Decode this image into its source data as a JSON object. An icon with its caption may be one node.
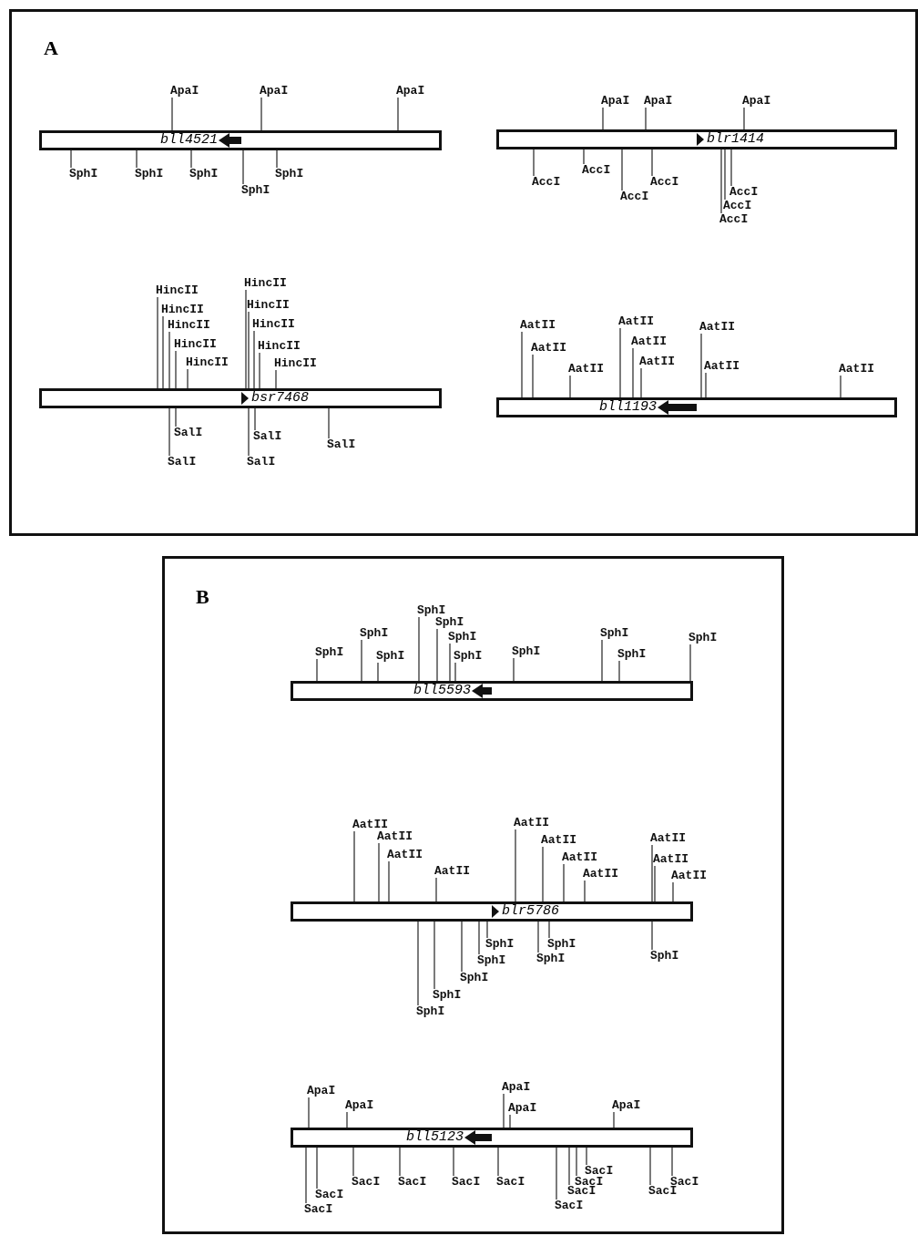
{
  "diagram": {
    "nodes": [
      {
        "text": [
          "A"
        ]
      },
      {
        "text": [
          "bll4521"
        ],
        "in": 0
      },
      {
        "text": [
          "ApaI"
        ],
        "in": 0
      },
      {
        "text": [
          "ApaI"
        ],
        "in": 0
      },
      {
        "text": [
          "ApaI"
        ],
        "in": 0
      },
      {
        "text": [
          "SphI"
        ],
        "in": 0
      },
      {
        "text": [
          "SphI"
        ],
        "in": 0
      },
      {
        "text": [
          "SphI"
        ],
        "in": 0
      },
      {
        "text": [
          "SphI"
        ],
        "in": 0
      },
      {
        "text": [
          "SphI"
        ],
        "in": 0
      },
      {
        "text": [
          "blr1414"
        ],
        "in": 0
      },
      {
        "text": [
          "ApaI"
        ],
        "in": 0
      },
      {
        "text": [
          "ApaI"
        ],
        "in": 0
      },
      {
        "text": [
          "ApaI"
        ],
        "in": 0
      },
      {
        "text": [
          "AccI"
        ],
        "in": 0
      },
      {
        "text": [
          "AccI"
        ],
        "in": 0
      },
      {
        "text": [
          "AccI"
        ],
        "in": 0
      },
      {
        "text": [
          "AccI"
        ],
        "in": 0
      },
      {
        "text": [
          "AccI"
        ],
        "in": 0
      },
      {
        "text": [
          "AccI"
        ],
        "in": 0
      },
      {
        "text": [
          "AccI"
        ],
        "in": 0
      },
      {
        "text": [
          "bsr7468"
        ],
        "in": 0
      },
      {
        "text": [
          "HincII"
        ],
        "in": 0
      },
      {
        "text": [
          "HincII"
        ],
        "in": 0
      },
      {
        "text": [
          "HincII"
        ],
        "in": 0
      },
      {
        "text": [
          "HincII"
        ],
        "in": 0
      },
      {
        "text": [
          "HincII"
        ],
        "in": 0
      },
      {
        "text": [
          "HincII"
        ],
        "in": 0
      },
      {
        "text": [
          "HincII"
        ],
        "in": 0
      },
      {
        "text": [
          "HincII"
        ],
        "in": 0
      },
      {
        "text": [
          "HincII"
        ],
        "in": 0
      },
      {
        "text": [
          "HincII"
        ],
        "in": 0
      },
      {
        "text": [
          "SalI"
        ],
        "in": 0
      },
      {
        "text": [
          "SalI"
        ],
        "in": 0
      },
      {
        "text": [
          "SalI"
        ],
        "in": 0
      },
      {
        "text": [
          "SalI"
        ],
        "in": 0
      },
      {
        "text": [
          "SalI"
        ],
        "in": 0
      },
      {
        "text": [
          "bll1193"
        ],
        "in": 0
      },
      {
        "text": [
          "AatII"
        ],
        "in": 0
      },
      {
        "text": [
          "AatII"
        ],
        "in": 0
      },
      {
        "text": [
          "AatII"
        ],
        "in": 0
      },
      {
        "text": [
          "AatII"
        ],
        "in": 0
      },
      {
        "text": [
          "AatII"
        ],
        "in": 0
      },
      {
        "text": [
          "AatII"
        ],
        "in": 0
      },
      {
        "text": [
          "AatII"
        ],
        "in": 0
      },
      {
        "text": [
          "AatII"
        ],
        "in": 0
      },
      {
        "text": [
          "AatII"
        ],
        "in": 0
      },
      {
        "text": [
          "B"
        ]
      },
      {
        "text": [
          "bll5593"
        ],
        "in": 47
      },
      {
        "text": [
          "SphI"
        ],
        "in": 47
      },
      {
        "text": [
          "SphI"
        ],
        "in": 47
      },
      {
        "text": [
          "SphI"
        ],
        "in": 47
      },
      {
        "text": [
          "SphI"
        ],
        "in": 47
      },
      {
        "text": [
          "SphI"
        ],
        "in": 47
      },
      {
        "text": [
          "SphI"
        ],
        "in": 47
      },
      {
        "text": [
          "SphI"
        ],
        "in": 47
      },
      {
        "text": [
          "SphI"
        ],
        "in": 47
      },
      {
        "text": [
          "SphI"
        ],
        "in": 47
      },
      {
        "text": [
          "SphI"
        ],
        "in": 47
      },
      {
        "text": [
          "SphI"
        ],
        "in": 47
      },
      {
        "text": [
          "blr5786"
        ],
        "in": 47
      },
      {
        "text": [
          "AatII"
        ],
        "in": 47
      },
      {
        "text": [
          "AatII"
        ],
        "in": 47
      },
      {
        "text": [
          "AatII"
        ],
        "in": 47
      },
      {
        "text": [
          "AatII"
        ],
        "in": 47
      },
      {
        "text": [
          "AatII"
        ],
        "in": 47
      },
      {
        "text": [
          "AatII"
        ],
        "in": 47
      },
      {
        "text": [
          "AatII"
        ],
        "in": 47
      },
      {
        "text": [
          "AatII"
        ],
        "in": 47
      },
      {
        "text": [
          "AatII"
        ],
        "in": 47
      },
      {
        "text": [
          "AatII"
        ],
        "in": 47
      },
      {
        "text": [
          "AatII"
        ],
        "in": 47
      },
      {
        "text": [
          "SphI"
        ],
        "in": 47
      },
      {
        "text": [
          "SphI"
        ],
        "in": 47
      },
      {
        "text": [
          "SphI"
        ],
        "in": 47
      },
      {
        "text": [
          "SphI"
        ],
        "in": 47
      },
      {
        "text": [
          "SphI"
        ],
        "in": 47
      },
      {
        "text": [
          "SphI"
        ],
        "in": 47
      },
      {
        "text": [
          "SphI"
        ],
        "in": 47
      },
      {
        "text": [
          "SphI"
        ],
        "in": 47
      },
      {
        "text": [
          "bll5123"
        ],
        "in": 47
      },
      {
        "text": [
          "ApaI"
        ],
        "in": 47
      },
      {
        "text": [
          "ApaI"
        ],
        "in": 47
      },
      {
        "text": [
          "ApaI"
        ],
        "in": 47
      },
      {
        "text": [
          "ApaI"
        ],
        "in": 47
      },
      {
        "text": [
          "ApaI"
        ],
        "in": 47
      },
      {
        "text": [
          "SacI"
        ],
        "in": 47
      },
      {
        "text": [
          "SacI"
        ],
        "in": 47
      },
      {
        "text": [
          "SacI"
        ],
        "in": 47
      },
      {
        "text": [
          "SacI"
        ],
        "in": 47
      },
      {
        "text": [
          "SacI"
        ],
        "in": 47
      },
      {
        "text": [
          "SacI"
        ],
        "in": 47
      },
      {
        "text": [
          "SacI"
        ],
        "in": 47
      },
      {
        "text": [
          "SacI"
        ],
        "in": 47
      },
      {
        "text": [
          "SacI"
        ],
        "in": 47
      },
      {
        "text": [
          "SacI"
        ],
        "in": 47
      },
      {
        "text": [
          "SacI"
        ],
        "in": 47
      },
      {
        "text": [
          "SacI"
        ],
        "in": 47
      }
    ],
    "edges": [
      {
        "from": 2,
        "to": 1,
        "arrow": "none"
      },
      {
        "from": 3,
        "to": 1,
        "arrow": "none"
      },
      {
        "from": 4,
        "to": 1,
        "arrow": "none"
      },
      {
        "from": 5,
        "to": 1,
        "arrow": "none"
      },
      {
        "from": 6,
        "to": 1,
        "arrow": "none"
      },
      {
        "from": 7,
        "to": 1,
        "arrow": "none"
      },
      {
        "from": 8,
        "to": 1,
        "arrow": "none"
      },
      {
        "from": 9,
        "to": 1,
        "arrow": "none"
      },
      {
        "from": 11,
        "to": 10,
        "arrow": "none"
      },
      {
        "from": 12,
        "to": 10,
        "arrow": "none"
      },
      {
        "from": 13,
        "to": 10,
        "arrow": "none"
      },
      {
        "from": 14,
        "to": 10,
        "arrow": "none"
      },
      {
        "from": 15,
        "to": 10,
        "arrow": "none"
      },
      {
        "from": 16,
        "to": 10,
        "arrow": "none"
      },
      {
        "from": 17,
        "to": 10,
        "arrow": "none"
      },
      {
        "from": 18,
        "to": 10,
        "arrow": "none"
      },
      {
        "from": 19,
        "to": 10,
        "arrow": "none"
      },
      {
        "from": 20,
        "to": 10,
        "arrow": "none"
      },
      {
        "from": 22,
        "to": 21,
        "arrow": "none"
      },
      {
        "from": 23,
        "to": 21,
        "arrow": "none"
      },
      {
        "from": 24,
        "to": 21,
        "arrow": "none"
      },
      {
        "from": 25,
        "to": 21,
        "arrow": "none"
      },
      {
        "from": 26,
        "to": 21,
        "arrow": "none"
      },
      {
        "from": 27,
        "to": 21,
        "arrow": "none"
      },
      {
        "from": 28,
        "to": 21,
        "arrow": "none"
      },
      {
        "from": 29,
        "to": 21,
        "arrow": "none"
      },
      {
        "from": 30,
        "to": 21,
        "arrow": "none"
      },
      {
        "from": 31,
        "to": 21,
        "arrow": "none"
      },
      {
        "from": 32,
        "to": 21,
        "arrow": "none"
      },
      {
        "from": 33,
        "to": 21,
        "arrow": "none"
      },
      {
        "from": 34,
        "to": 21,
        "arrow": "none"
      },
      {
        "from": 35,
        "to": 21,
        "arrow": "none"
      },
      {
        "from": 36,
        "to": 21,
        "arrow": "none"
      },
      {
        "from": 38,
        "to": 37,
        "arrow": "none"
      },
      {
        "from": 39,
        "to": 37,
        "arrow": "none"
      },
      {
        "from": 40,
        "to": 37,
        "arrow": "none"
      },
      {
        "from": 41,
        "to": 37,
        "arrow": "none"
      },
      {
        "from": 42,
        "to": 37,
        "arrow": "none"
      },
      {
        "from": 43,
        "to": 37,
        "arrow": "none"
      },
      {
        "from": 44,
        "to": 37,
        "arrow": "none"
      },
      {
        "from": 45,
        "to": 37,
        "arrow": "none"
      },
      {
        "from": 46,
        "to": 37,
        "arrow": "none"
      },
      {
        "from": 49,
        "to": 48,
        "arrow": "none"
      },
      {
        "from": 50,
        "to": 48,
        "arrow": "none"
      },
      {
        "from": 51,
        "to": 48,
        "arrow": "none"
      },
      {
        "from": 52,
        "to": 48,
        "arrow": "none"
      },
      {
        "from": 53,
        "to": 48,
        "arrow": "none"
      },
      {
        "from": 54,
        "to": 48,
        "arrow": "none"
      },
      {
        "from": 55,
        "to": 48,
        "arrow": "none"
      },
      {
        "from": 56,
        "to": 48,
        "arrow": "none"
      },
      {
        "from": 57,
        "to": 48,
        "arrow": "none"
      },
      {
        "from": 58,
        "to": 48,
        "arrow": "none"
      },
      {
        "from": 59,
        "to": 48,
        "arrow": "none"
      },
      {
        "from": 61,
        "to": 60,
        "arrow": "none"
      },
      {
        "from": 62,
        "to": 60,
        "arrow": "none"
      },
      {
        "from": 63,
        "to": 60,
        "arrow": "none"
      },
      {
        "from": 64,
        "to": 60,
        "arrow": "none"
      },
      {
        "from": 65,
        "to": 60,
        "arrow": "none"
      },
      {
        "from": 66,
        "to": 60,
        "arrow": "none"
      },
      {
        "from": 67,
        "to": 60,
        "arrow": "none"
      },
      {
        "from": 68,
        "to": 60,
        "arrow": "none"
      },
      {
        "from": 69,
        "to": 60,
        "arrow": "none"
      },
      {
        "from": 70,
        "to": 60,
        "arrow": "none"
      },
      {
        "from": 71,
        "to": 60,
        "arrow": "none"
      },
      {
        "from": 72,
        "to": 60,
        "arrow": "none"
      },
      {
        "from": 73,
        "to": 60,
        "arrow": "none"
      },
      {
        "from": 74,
        "to": 60,
        "arrow": "none"
      },
      {
        "from": 75,
        "to": 60,
        "arrow": "none"
      },
      {
        "from": 76,
        "to": 60,
        "arrow": "none"
      },
      {
        "from": 77,
        "to": 60,
        "arrow": "none"
      },
      {
        "from": 78,
        "to": 60,
        "arrow": "none"
      },
      {
        "from": 79,
        "to": 60,
        "arrow": "none"
      },
      {
        "from": 81,
        "to": 80,
        "arrow": "none"
      },
      {
        "from": 82,
        "to": 80,
        "arrow": "none"
      },
      {
        "from": 83,
        "to": 80,
        "arrow": "none"
      },
      {
        "from": 84,
        "to": 80,
        "arrow": "none"
      },
      {
        "from": 85,
        "to": 80,
        "arrow": "none"
      },
      {
        "from": 86,
        "to": 80,
        "arrow": "none"
      },
      {
        "from": 87,
        "to": 80,
        "arrow": "none"
      },
      {
        "from": 88,
        "to": 80,
        "arrow": "none"
      },
      {
        "from": 89,
        "to": 80,
        "arrow": "none"
      },
      {
        "from": 90,
        "to": 80,
        "arrow": "none"
      },
      {
        "from": 91,
        "to": 80,
        "arrow": "none"
      },
      {
        "from": 92,
        "to": 80,
        "arrow": "none"
      },
      {
        "from": 93,
        "to": 80,
        "arrow": "none"
      },
      {
        "from": 94,
        "to": 80,
        "arrow": "none"
      },
      {
        "from": 95,
        "to": 80,
        "arrow": "none"
      },
      {
        "from": 96,
        "to": 80,
        "arrow": "none"
      },
      {
        "from": 97,
        "to": 80,
        "arrow": "none"
      }
    ]
  }
}
